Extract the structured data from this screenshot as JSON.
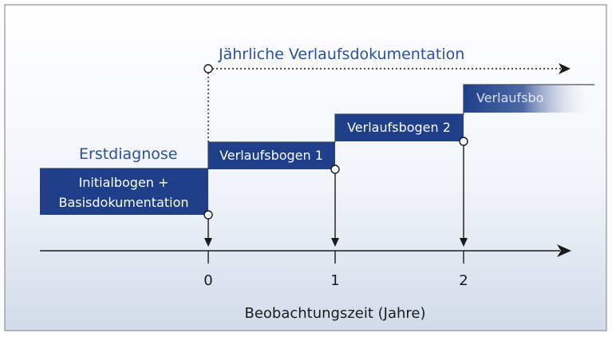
{
  "labels": {
    "annual_documentation": "Jährliche Verlaufsdokumentation",
    "first_diagnosis": "Erstdiagnose",
    "initial_form_line1": "Initialbogen +",
    "initial_form_line2": "Basisdokumentation",
    "follow_up_1": "Verlaufsbogen 1",
    "follow_up_2": "Verlaufsbogen 2",
    "follow_up_3_partial": "Verlaufsbo",
    "axis_title": "Beobachtungszeit (Jahre)"
  },
  "axis": {
    "ticks": [
      "0",
      "1",
      "2"
    ]
  },
  "colors": {
    "box_fill": "#1f3f8a",
    "accent_text": "#2c4f97",
    "background_top": "#ffffff",
    "background_bottom": "#d2dbe9",
    "frame_border": "#8a8f99",
    "line": "#1a1a1a"
  }
}
